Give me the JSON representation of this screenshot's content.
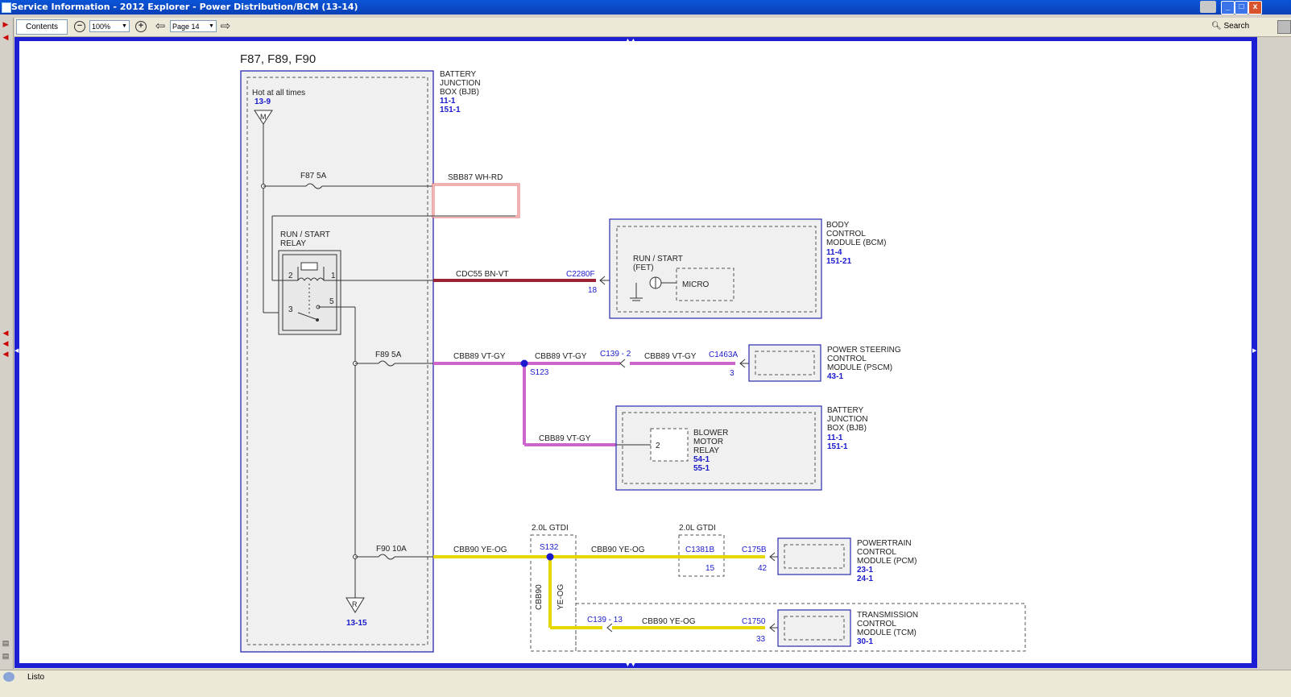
{
  "window": {
    "title": "Service Information - 2012 Explorer - Power Distribution/BCM (13-14)",
    "min": "_",
    "max": "□",
    "close": "x"
  },
  "toolbar": {
    "contents_label": "Contents",
    "zoom_value": "100%",
    "page_value": "Page 14",
    "search_label": "Search"
  },
  "status": {
    "text": "Listo"
  },
  "diagram": {
    "heading": "F87, F89, F90",
    "bjb": {
      "l1": "BATTERY",
      "l2": "JUNCTION",
      "l3": "BOX (BJB)",
      "ref1": "11-1",
      "ref2": "151-1"
    },
    "hot": {
      "label": "Hot at all times",
      "ref": "13-9",
      "letter": "M"
    },
    "ground": {
      "letter": "R",
      "ref": "13-15"
    },
    "fuses": {
      "f87": "F87  5A",
      "f89": "F89  5A",
      "f90": "F90  10A"
    },
    "relay": {
      "l1": "RUN / START",
      "l2": "RELAY",
      "p1": "1",
      "p2": "2",
      "p3": "3",
      "p5": "5"
    },
    "wires": {
      "sbb87": "SBB87  WH-RD",
      "cdc55": "CDC55  BN-VT",
      "cbb89a": "CBB89  VT-GY",
      "cbb89b": "CBB89  VT-GY",
      "cbb89c": "CBB89  VT-GY",
      "cbb89d": "CBB89  VT-GY",
      "cbb90a": "CBB90  YE-OG",
      "cbb90b": "CBB90  YE-OG",
      "cbb90c": "CBB90  YE-OG",
      "cbb90v1": "CBB90",
      "cbb90v2": "YE-OG"
    },
    "connectors": {
      "c2280f": "C2280F",
      "c2280f_pin": "18",
      "c139_2": "C139 - 2",
      "s123": "S123",
      "c1463a": "C1463A",
      "c1463a_pin": "3",
      "s132": "S132",
      "c1381b": "C1381B",
      "c1381b_pin": "15",
      "c175b": "C175B",
      "c175b_pin": "42",
      "c139_13": "C139 - 13",
      "c1750": "C1750",
      "c1750_pin": "33",
      "gtdi1": "2.0L GTDI",
      "gtdi2": "2.0L GTDI"
    },
    "bcm": {
      "l1": "BODY",
      "l2": "CONTROL",
      "l3": "MODULE (BCM)",
      "ref1": "11-4",
      "ref2": "151-21",
      "fet1": "RUN / START",
      "fet2": "(FET)",
      "micro": "MICRO"
    },
    "pscm": {
      "l1": "POWER STEERING",
      "l2": "CONTROL",
      "l3": "MODULE (PSCM)",
      "ref1": "43-1"
    },
    "bjb2": {
      "l1": "BATTERY",
      "l2": "JUNCTION",
      "l3": "BOX (BJB)",
      "ref1": "11-1",
      "ref2": "151-1",
      "pin": "2",
      "r1": "BLOWER",
      "r2": "MOTOR",
      "r3": "RELAY",
      "rref1": "54-1",
      "rref2": "55-1"
    },
    "pcm": {
      "l1": "POWERTRAIN",
      "l2": "CONTROL",
      "l3": "MODULE (PCM)",
      "ref1": "23-1",
      "ref2": "24-1"
    },
    "tcm": {
      "l1": "TRANSMISSION",
      "l2": "CONTROL",
      "l3": "MODULE (TCM)",
      "ref1": "30-1"
    },
    "colors": {
      "frame": "#1c1ed4",
      "bn_vt": "#9b2335",
      "vt_gy": "#cc66cc",
      "ye_og": "#e8d600",
      "wh_rd": "#e06666",
      "ref_blue": "#1a1acc"
    }
  }
}
